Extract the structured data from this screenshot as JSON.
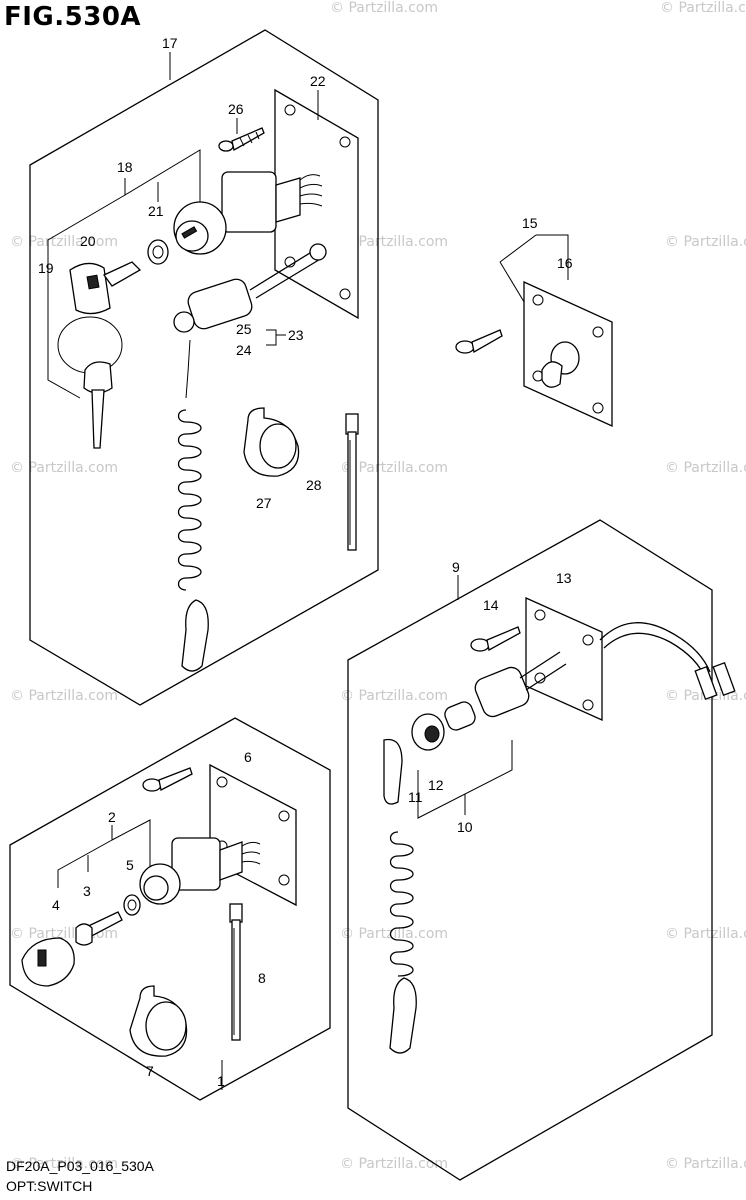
{
  "figure": {
    "title": "FIG.530A",
    "footer_code": "DF20A_P03_016_530A",
    "footer_name": "OPT:SWITCH"
  },
  "watermark": "© Partzilla.com",
  "callouts": [
    "1",
    "2",
    "3",
    "4",
    "5",
    "6",
    "7",
    "8",
    "9",
    "10",
    "11",
    "12",
    "13",
    "14",
    "15",
    "16",
    "17",
    "18",
    "19",
    "20",
    "21",
    "22",
    "23",
    "24",
    "25",
    "26",
    "27",
    "28"
  ]
}
